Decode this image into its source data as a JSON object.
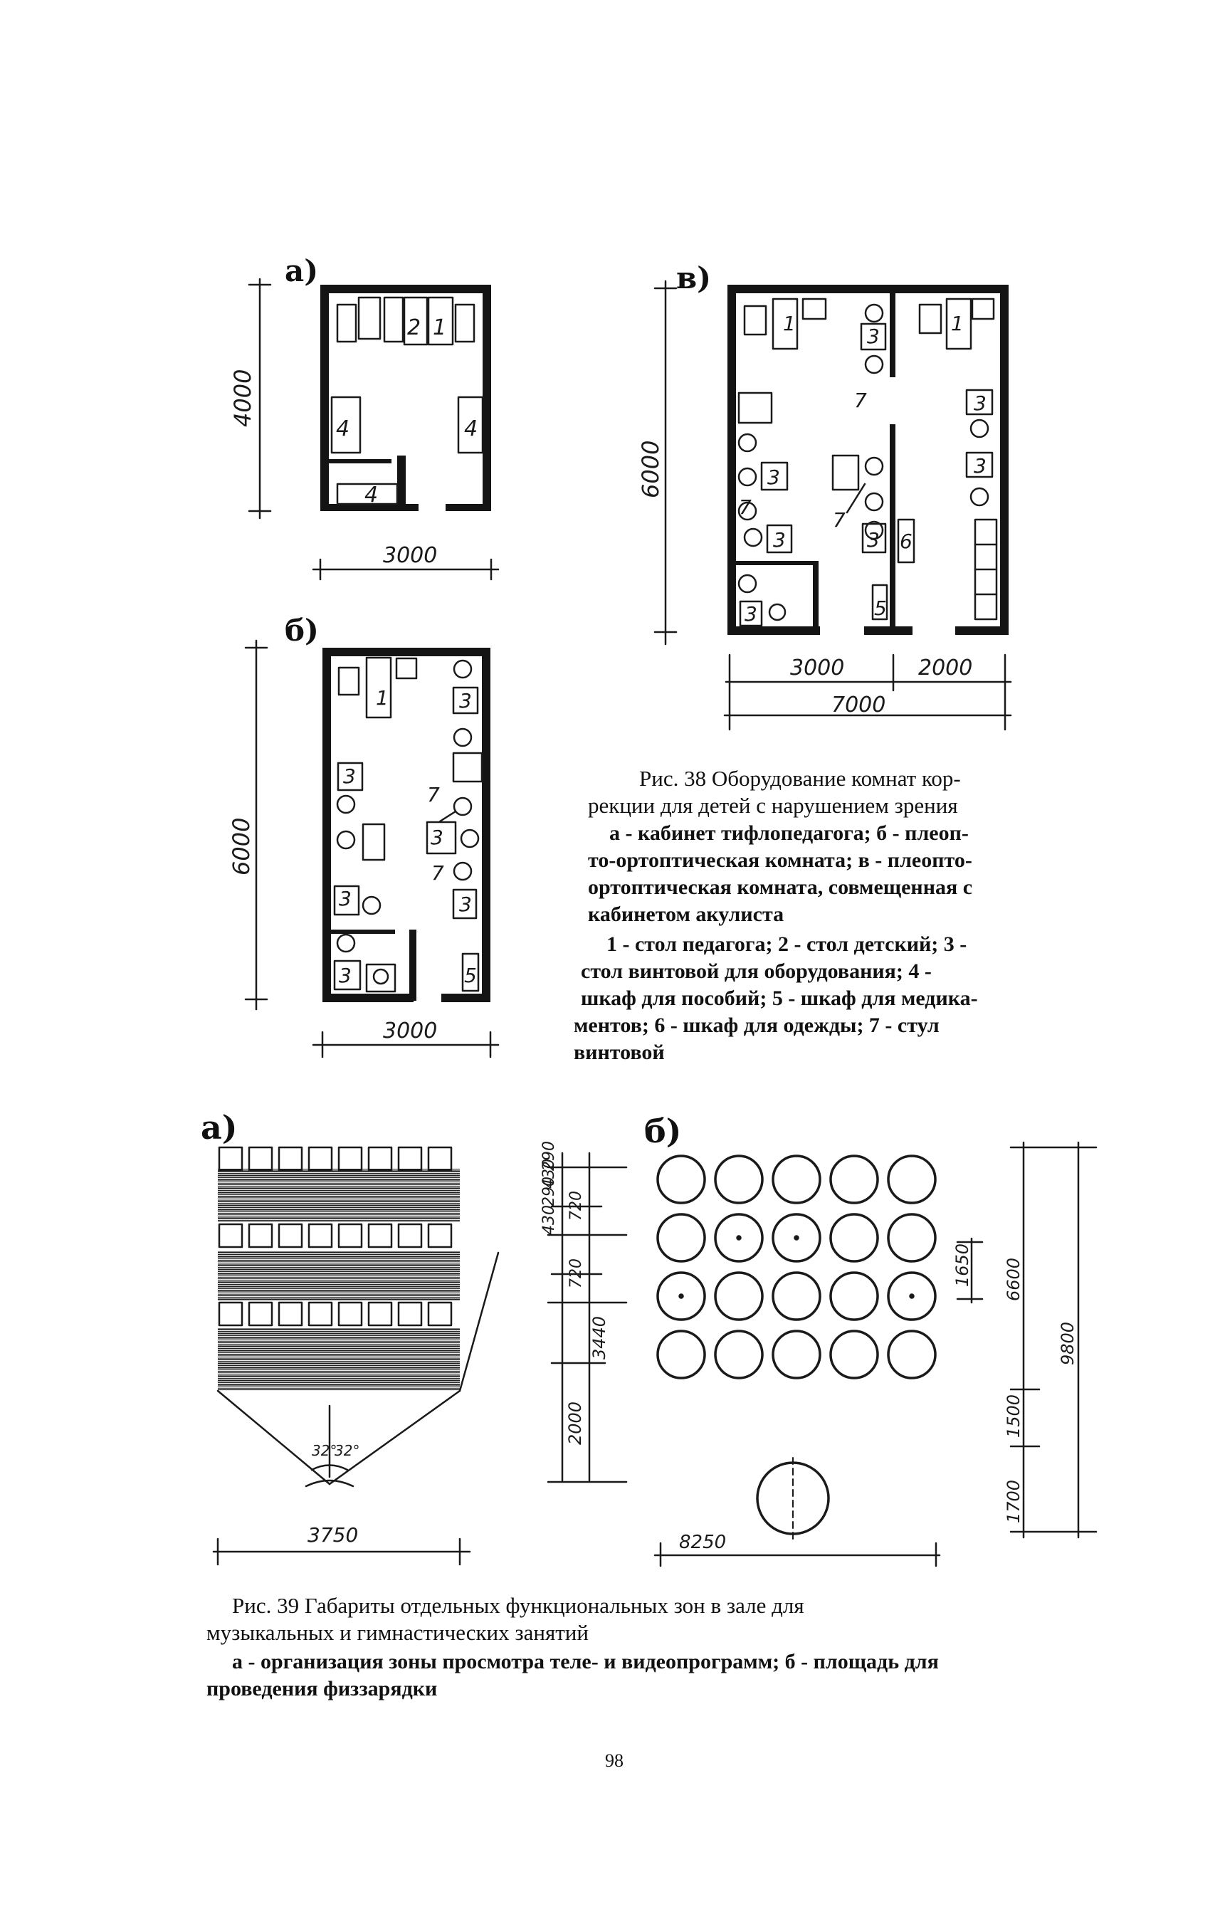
{
  "fig38": {
    "plan_a": {
      "letter": "а)",
      "dim_height": "4000",
      "dim_width": "3000",
      "items": {
        "item_2": "2",
        "item_1": "1",
        "item_4_left": "4",
        "item_4_right": "4",
        "item_4_bottom": "4"
      }
    },
    "plan_b": {
      "letter": "б)",
      "dim_height": "6000",
      "dim_width": "3000",
      "items": {
        "item_1": "1",
        "item_3_a": "3",
        "item_3_b": "3",
        "item_3_c": "3",
        "item_3_d": "3",
        "item_3_e": "3",
        "item_3_f": "3",
        "item_7_a": "7",
        "item_7_b": "7",
        "item_5": "5"
      }
    },
    "plan_v": {
      "letter": "в)",
      "dim_height": "6000",
      "dim_width_left": "3000",
      "dim_width_right": "2000",
      "dim_width_total": "7000",
      "items": {
        "item_1_a": "1",
        "item_1_b": "1",
        "item_3_a": "3",
        "item_3_b": "3",
        "item_3_c": "3",
        "item_3_d": "3",
        "item_3_e": "3",
        "item_3_f": "3",
        "item_3_g": "3",
        "item_7_a": "7",
        "item_7_b": "7",
        "item_7_c": "7",
        "item_6": "6",
        "item_5": "5"
      }
    },
    "caption": {
      "line1": "Рис. 38 Оборудование комнат кор-",
      "line2": "рекции для детей с нарушением зрения",
      "line3": "а - кабинет тифлопедагога; б - плеоп-",
      "line4": "то-ортоптическая комната; в - плеопто-",
      "line5": "ортоптическая комната, совмещенная с",
      "line6": "кабинетом акулиста",
      "line7": "1 - стол педагога; 2 - стол детский; 3 -",
      "line8": "стол винтовой для оборудования; 4 -",
      "line9": "шкаф для пособий; 5 - шкаф для медика-",
      "line10": "ментов; 6 - шкаф для одежды; 7 - стул",
      "line11": "винтовой"
    }
  },
  "fig39": {
    "part_a": {
      "letter": "а)",
      "angle_left": "32°",
      "angle_right": "32°",
      "dim_width": "3750"
    },
    "part_b": {
      "letter": "б)",
      "dims_left": [
        "430",
        "290",
        "430",
        "290",
        "720",
        "720",
        "3440",
        "2000"
      ],
      "dims_right": [
        "1650",
        "6600",
        "1500",
        "1700",
        "9800"
      ],
      "dim_width": "8250",
      "grid": {
        "rows": 4,
        "cols": 5
      }
    },
    "caption": {
      "line1": "Рис. 39  Габариты отдельных функциональных зон в зале для",
      "line2": "музыкальных и гимнастических занятий",
      "line3": "а - организация зоны просмотра теле- и видеопрограмм;  б - площадь для",
      "line4": "проведения физзарядки"
    }
  },
  "page_number": "98"
}
